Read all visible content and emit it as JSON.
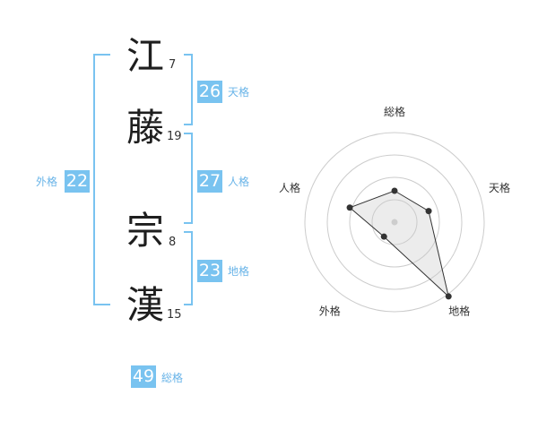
{
  "name": {
    "chars": [
      {
        "char": "江",
        "strokes": "7"
      },
      {
        "char": "藤",
        "strokes": "19"
      },
      {
        "char": "宗",
        "strokes": "8"
      },
      {
        "char": "漢",
        "strokes": "15"
      }
    ]
  },
  "kakusu": {
    "tenkaku": {
      "value": "26",
      "label": "天格"
    },
    "jinkaku": {
      "value": "27",
      "label": "人格"
    },
    "chikaku": {
      "value": "23",
      "label": "地格"
    },
    "gaikaku": {
      "value": "22",
      "label": "外格"
    },
    "soukaku": {
      "value": "49",
      "label": "総格"
    }
  },
  "colors": {
    "accent": "#79c3f0",
    "accent_text": "#69b4e8"
  },
  "chart_data": {
    "type": "radar",
    "axes": [
      "総格",
      "天格",
      "地格",
      "外格",
      "人格"
    ],
    "rings": 4,
    "range": [
      0,
      4
    ],
    "values": [
      1.4,
      1.6,
      4.1,
      0.8,
      2.1
    ]
  }
}
